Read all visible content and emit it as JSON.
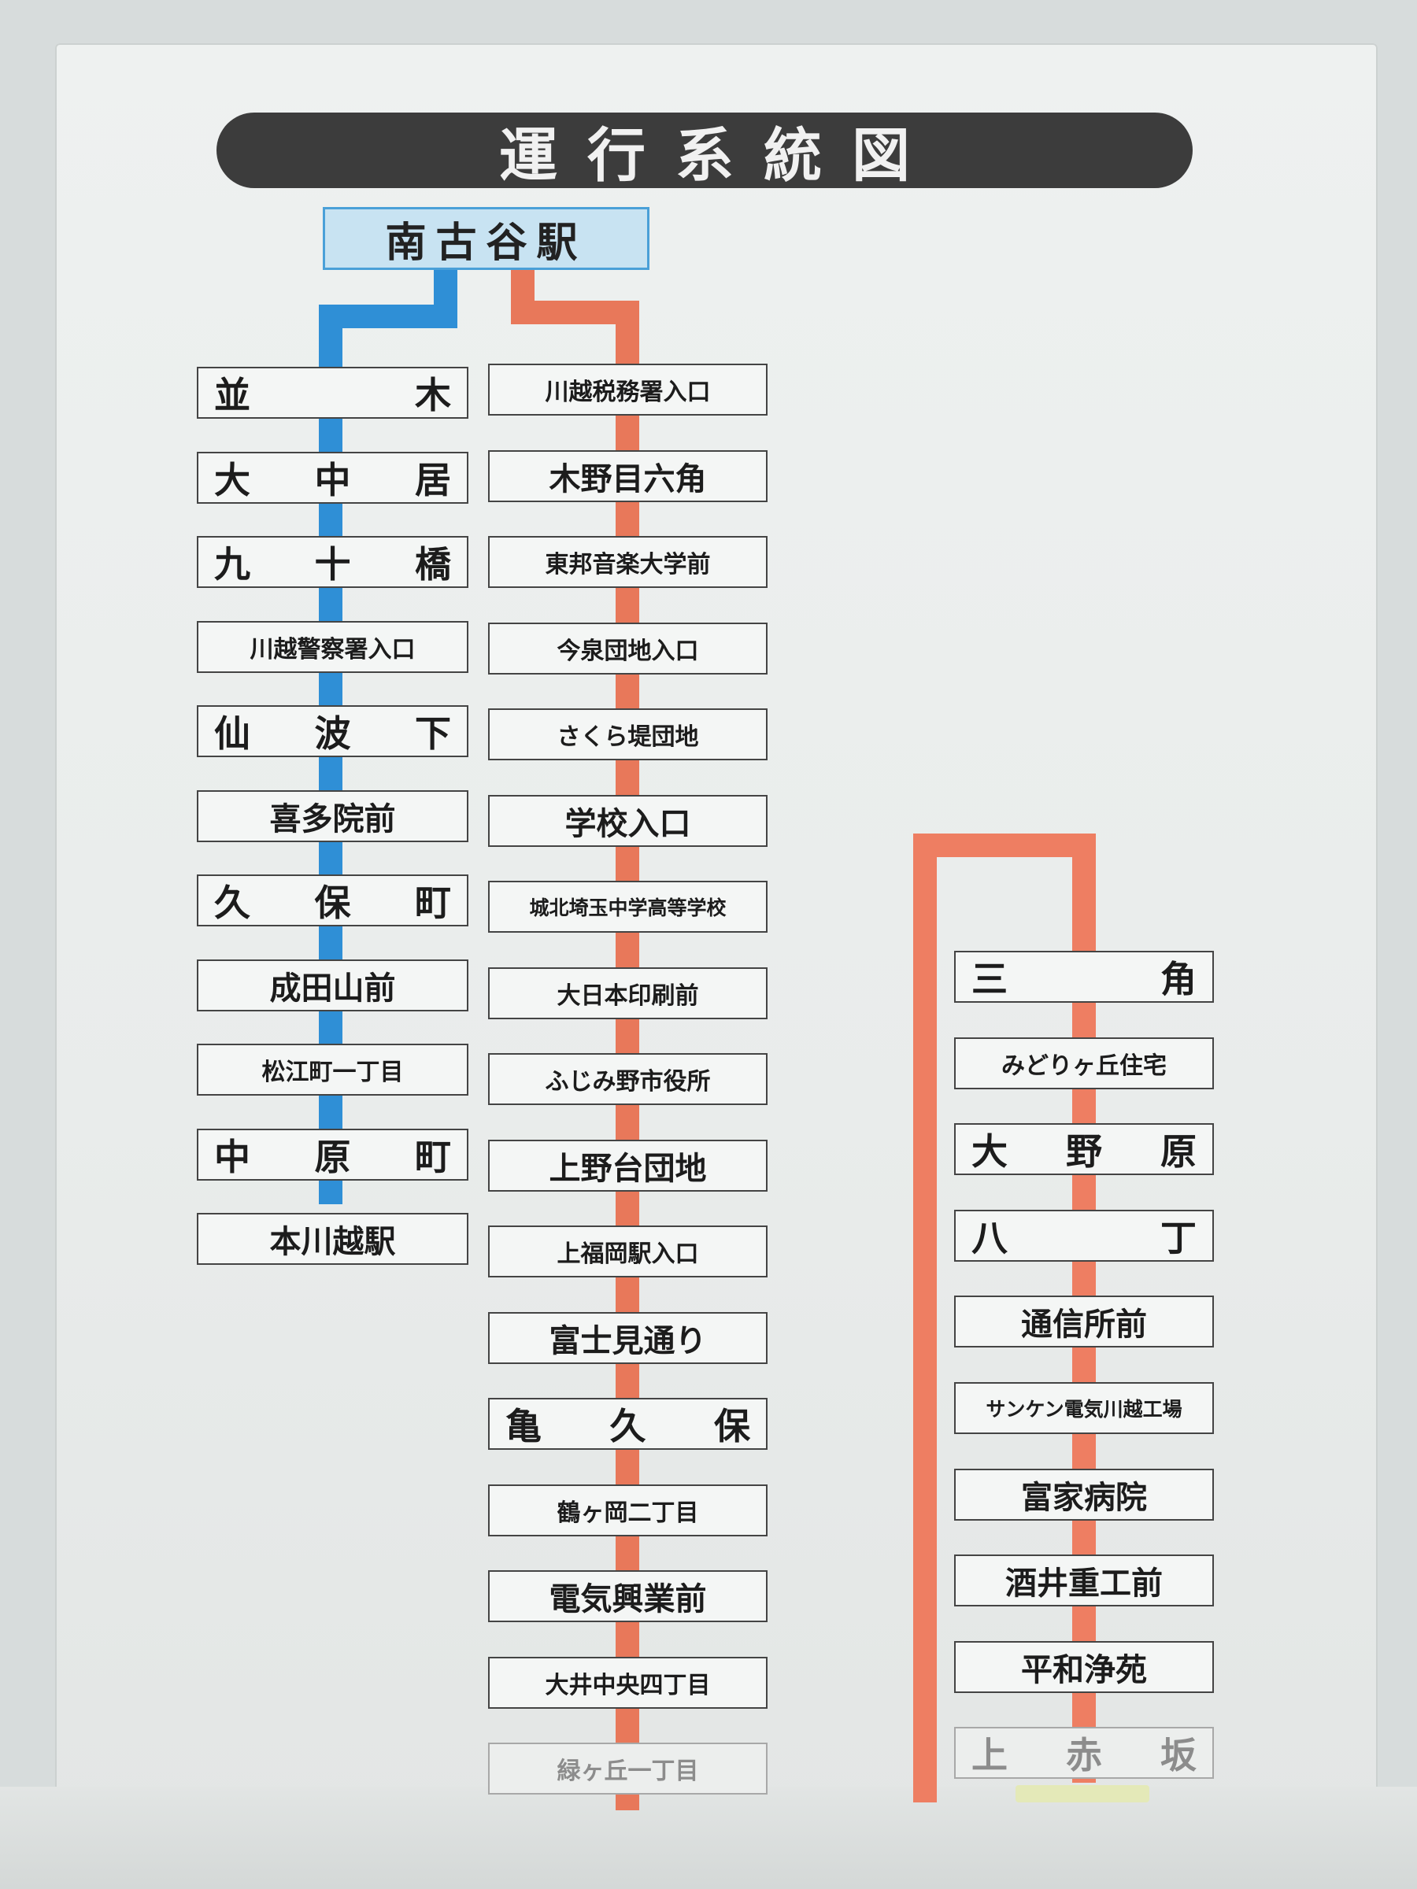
{
  "title": "運行系統図",
  "start_station": "南古谷駅",
  "colors": {
    "blue_route": "#2f8fd6",
    "red_route": "#e8785a",
    "orange_route": "#ee7e62",
    "title_background": "#3c3c3c"
  },
  "routes": {
    "blue": {
      "color_name": "blue",
      "stops": [
        "並木",
        "大中居",
        "九十橋",
        "川越警察署入口",
        "仙波下",
        "喜多院前",
        "久保町",
        "成田山前",
        "松江町一丁目",
        "中原町",
        "本川越駅"
      ]
    },
    "red": {
      "color_name": "red",
      "stops": [
        "川越税務署入口",
        "木野目六角",
        "東邦音楽大学前",
        "今泉団地入口",
        "さくら堤団地",
        "学校入口",
        "城北埼玉中学高等学校",
        "大日本印刷前",
        "ふじみ野市役所",
        "上野台団地",
        "上福岡駅入口",
        "富士見通り",
        "亀久保",
        "鶴ヶ岡二丁目",
        "電気興業前",
        "大井中央四丁目",
        "緑ヶ丘一丁目"
      ]
    },
    "orange": {
      "color_name": "orange",
      "stops": [
        "三角",
        "みどりヶ丘住宅",
        "大野原",
        "八丁",
        "通信所前",
        "サンケン電気川越工場",
        "富家病院",
        "酒井重工前",
        "平和浄苑",
        "上赤坂"
      ]
    }
  }
}
